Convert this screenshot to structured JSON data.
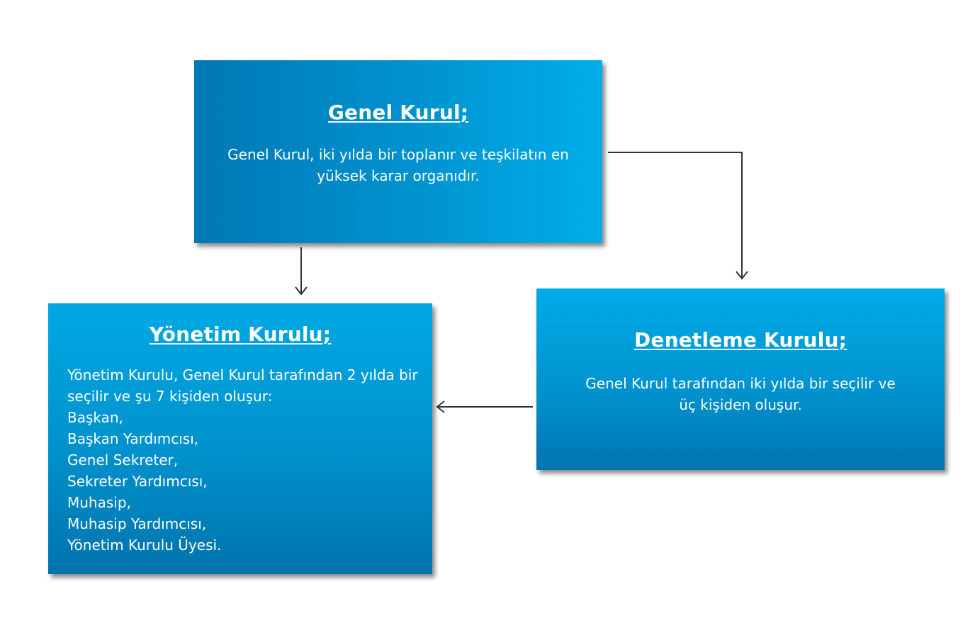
{
  "genel_kurul": {
    "title": "Genel Kurul;",
    "description": "Genel Kurul, iki yılda bir toplanır ve teşkilatın en yüksek karar organıdır."
  },
  "yonetim_kurulu": {
    "title": "Yönetim Kurulu;",
    "description": "Yönetim Kurulu, Genel Kurul tarafından 2 yılda bir seçilir ve şu 7 kişiden oluşur:",
    "members": [
      "Başkan,",
      "Başkan Yardımcısı,",
      "Genel Sekreter,",
      "Sekreter Yardımcısı,",
      "Muhasip,",
      "Muhasip Yardımcısı,",
      "Yönetim Kurulu Üyesi."
    ]
  },
  "denetleme_kurulu": {
    "title": "Denetleme Kurulu;",
    "description": "Genel Kurul tarafından iki yılda bir seçilir ve üç kişiden oluşur."
  },
  "colors": {
    "box_dark": "#0075b0",
    "box_light": "#00aee8",
    "text": "#ffffff",
    "connector": "#333333"
  }
}
